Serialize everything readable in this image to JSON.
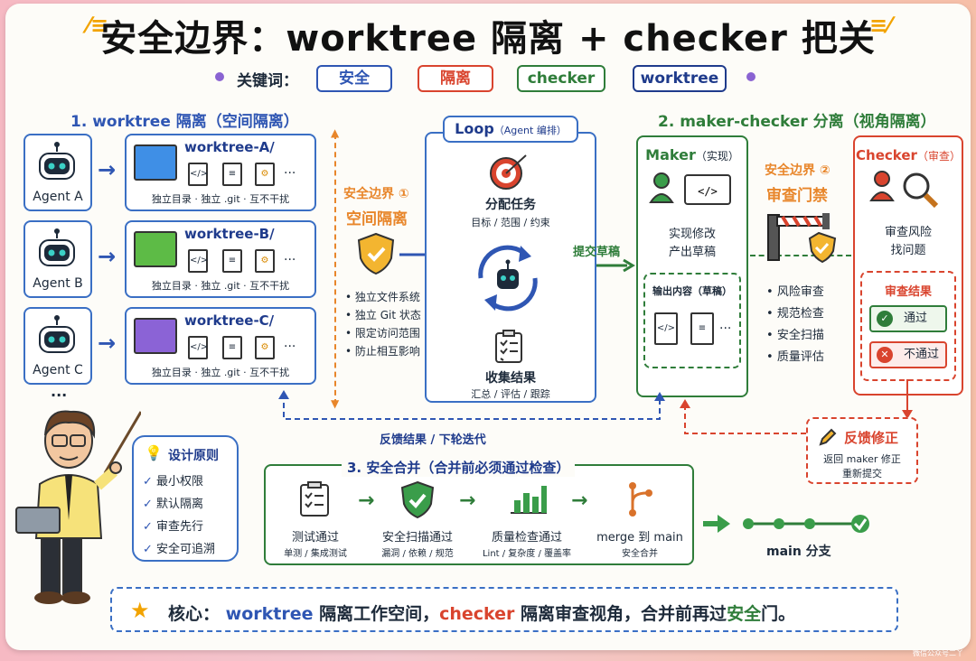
{
  "title": {
    "text": "安全边界：worktree 隔离 + checker 把关"
  },
  "keywords": {
    "label": "关键词：",
    "items": [
      {
        "text": "安全",
        "color": "#2f56b3"
      },
      {
        "text": "隔离",
        "color": "#d9442e"
      },
      {
        "text": "checker",
        "color": "#2f7d3a"
      },
      {
        "text": "worktree",
        "color": "#1f3b8c"
      }
    ]
  },
  "section1": {
    "title": "1. worktree 隔离（空间隔离）",
    "agents": [
      {
        "name": "Agent A",
        "folder": "worktree-A/",
        "folder_color": "#3f8fe6",
        "desc": "独立目录 · 独立 .git · 互不干扰"
      },
      {
        "name": "Agent B",
        "folder": "worktree-B/",
        "folder_color": "#5dbb46",
        "desc": "独立目录 · 独立 .git · 互不干扰"
      },
      {
        "name": "Agent C",
        "folder": "worktree-C/",
        "folder_color": "#8b63d6",
        "desc": "独立目录 · 独立 .git · 互不干扰"
      }
    ],
    "more": "...",
    "file_more": "···"
  },
  "boundary1": {
    "title": "安全边界 ①",
    "subtitle": "空间隔离",
    "bullets": [
      "独立文件系统",
      "独立 Git 状态",
      "限定访问范围",
      "防止相互影响"
    ]
  },
  "loop": {
    "title": "Loop",
    "title_sub": "（Agent 编排）",
    "assign": "分配任务",
    "assign_sub": "目标 / 范围 / 约束",
    "collect": "收集结果",
    "collect_sub": "汇总 / 评估 / 跟踪"
  },
  "submit_label": "提交草稿",
  "section2": {
    "title": "2. maker-checker 分离（视角隔离）",
    "maker": {
      "title": "Maker",
      "title_sub": "（实现）",
      "line1": "实现修改",
      "line2": "产出草稿",
      "output_label": "输出内容（草稿）"
    },
    "boundary2": {
      "title": "安全边界 ②",
      "subtitle": "审查门禁",
      "items": [
        "风险审查",
        "规范检查",
        "安全扫描",
        "质量评估"
      ]
    },
    "checker": {
      "title": "Checker",
      "title_sub": "（审查）",
      "line1": "审查风险",
      "line2": "找问题",
      "result_label": "审查结果",
      "pass": "通过",
      "fail": "不通过"
    }
  },
  "feedback": {
    "loop_label": "反馈结果 / 下轮迭代",
    "fix_title": "反馈修正",
    "fix_line1": "返回 maker 修正",
    "fix_line2": "重新提交"
  },
  "principles": {
    "title": "设计原则",
    "items": [
      "最小权限",
      "默认隔离",
      "审查先行",
      "安全可追溯"
    ]
  },
  "section3": {
    "title": "3. 安全合并（合并前必须通过检查）",
    "steps": [
      {
        "label": "测试通过",
        "sub": "单测 / 集成测试"
      },
      {
        "label": "安全扫描通过",
        "sub": "漏洞 / 依赖 / 规范"
      },
      {
        "label": "质量检查通过",
        "sub": "Lint / 复杂度 / 覆盖率"
      },
      {
        "label": "merge 到 main",
        "sub": "安全合并"
      }
    ],
    "branch": "main 分支"
  },
  "core": {
    "prefix": "核心：",
    "w1": "worktree",
    "t1": " 隔离工作空间，",
    "w2": "checker",
    "t2": " 隔离审查视角，合并前再过",
    "w3": "安全",
    "t3": "门。"
  },
  "watermark": "微信公众号二丫"
}
